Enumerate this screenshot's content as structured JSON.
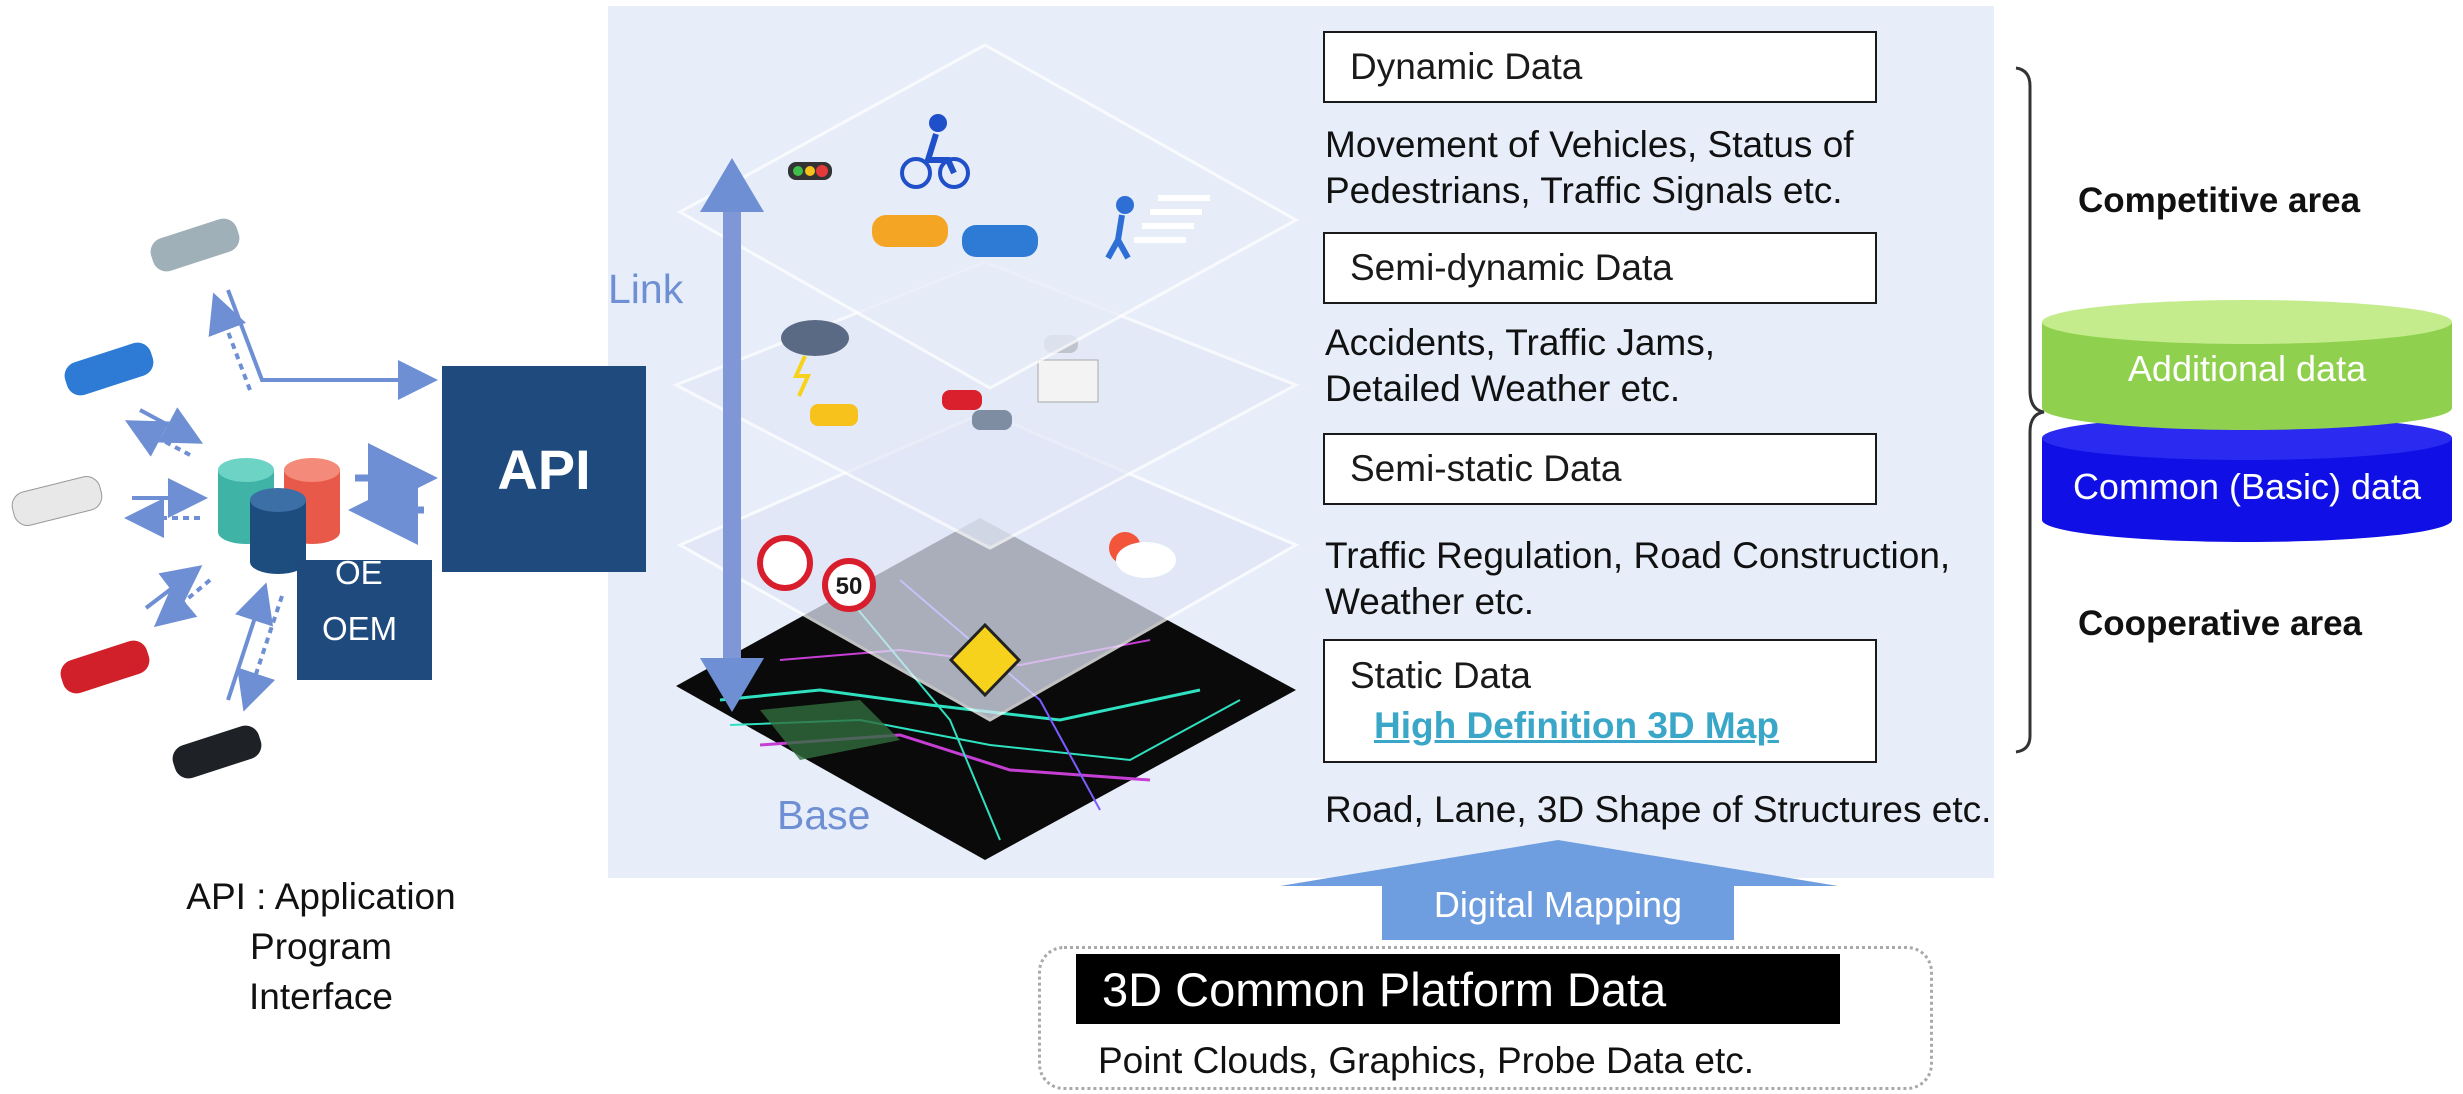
{
  "layers": [
    {
      "title": "Dynamic Data",
      "description": [
        "Movement of Vehicles, Status of",
        "Pedestrians, Traffic Signals etc."
      ]
    },
    {
      "title": "Semi-dynamic Data",
      "description": [
        "Accidents, Traffic Jams,",
        "Detailed Weather etc."
      ]
    },
    {
      "title": "Semi-static Data",
      "description": [
        "Traffic Regulation, Road Construction,",
        "Weather etc."
      ]
    },
    {
      "title": "Static Data",
      "subtitle": "High Definition 3D Map",
      "description": [
        "Road, Lane, 3D Shape of Structures etc."
      ]
    }
  ],
  "labels": {
    "link": "Link",
    "base": "Base",
    "api": "API",
    "oem_partial": "OE",
    "oem": "OEM",
    "api_note": [
      "API : Application",
      "Program",
      "Interface"
    ],
    "speed_sign": "50"
  },
  "areas": {
    "competitive": "Competitive area",
    "cooperative": "Cooperative area",
    "additional": "Additional data",
    "common": "Common (Basic) data"
  },
  "mapping": {
    "arrow_label": "Digital Mapping",
    "platform_title": "3D Common Platform Data",
    "platform_desc": "Point Clouds, Graphics, Probe Data etc."
  },
  "colors": {
    "panel_bg": "#e7eefa",
    "api_box": "#1f4a7e",
    "link_arrow": "#6f8fd4",
    "hd_map_link": "#3aa7c9",
    "additional_cylinder": "#8fd14f",
    "common_cylinder": "#1010e6"
  }
}
